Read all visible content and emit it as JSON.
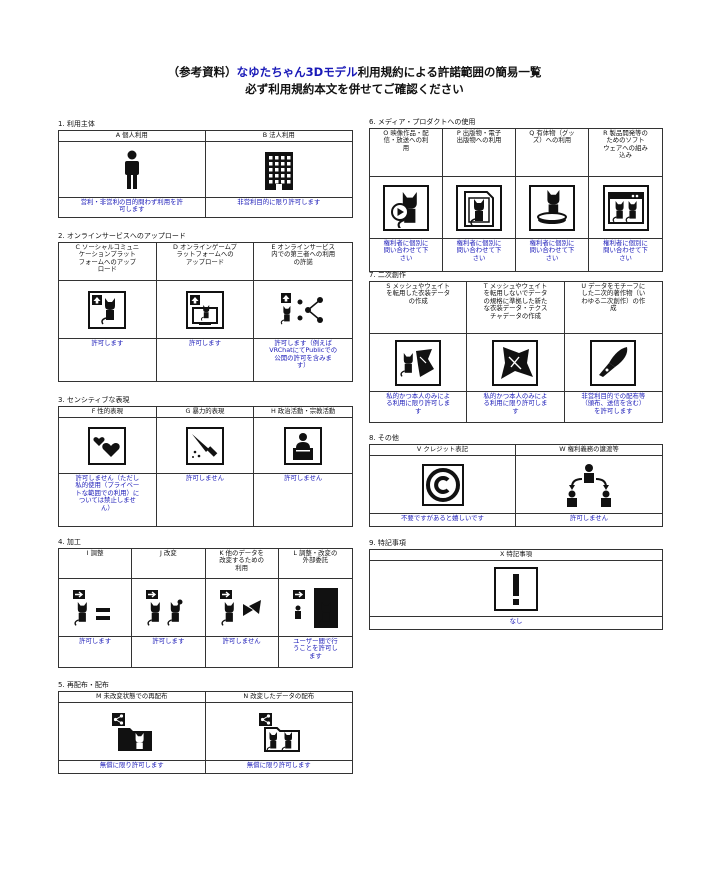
{
  "title": {
    "prefix": "（参考資料）",
    "accent": "なゆたちゃん3Dモデル",
    "rest": "利用規約による許諾範囲の簡易一覧",
    "line2": "必ず利用規約本文を併せてご確認ください"
  },
  "colors": {
    "accent": "#1a1ab8",
    "border": "#333333",
    "icon": "#111111"
  },
  "sections": {
    "s1": {
      "title": "1. 利用主体",
      "items": [
        {
          "header": "A 個人利用",
          "icon": "person-icon",
          "result": "営利・非営利の目的問わず利用を許\n可します"
        },
        {
          "header": "B 法人利用",
          "icon": "building-icon",
          "result": "非営利目的に限り許可します"
        }
      ]
    },
    "s2": {
      "title": "2. オンラインサービスへのアップロード",
      "items": [
        {
          "header": "C ソーシャルコミュニ\nケーションプラット\nフォームへのアップ\nロード",
          "icon": "upload-cat-icon",
          "result": "許可します"
        },
        {
          "header": "D オンラインゲームプ\nラットフォームへの\nアップロード",
          "icon": "upload-monitor-cat-icon",
          "result": "許可します"
        },
        {
          "header": "E オンラインサービス\n内での第三者への利用\nの許諾",
          "icon": "upload-share-icon",
          "result": "許可します（例えば\nVRChatにてPublicでの\n公開の許可を含みま\nす）"
        }
      ]
    },
    "s3": {
      "title": "3. センシティブな表現",
      "items": [
        {
          "header": "F 性的表現",
          "icon": "hearts-icon",
          "result": "許可しません（ただし\n私的使用（プライベー\nトな範囲での利用）に\nついては禁止しませ\nん）"
        },
        {
          "header": "G 暴力的表現",
          "icon": "knife-icon",
          "result": "許可しません"
        },
        {
          "header": "H 政治活動・宗教活動",
          "icon": "podium-icon",
          "result": "許可しません"
        }
      ]
    },
    "s4": {
      "title": "4. 加工",
      "items": [
        {
          "header": "I 調整",
          "icon": "arrow-equal-icon",
          "result": "許可します"
        },
        {
          "header": "J 改変",
          "icon": "arrow-variant-icon",
          "result": "許可します"
        },
        {
          "header": "K 他のデータを\n改変するための\n利用",
          "icon": "arrow-parts-icon",
          "result": "許可しません"
        },
        {
          "header": "L 調整・改変の\n外部委託",
          "icon": "outsource-icon",
          "result": "ユーザー間で行\nうことを許可し\nます"
        }
      ]
    },
    "s5": {
      "title": "5. 再配布・配布",
      "items": [
        {
          "header": "M 未改変状態での再配布",
          "icon": "share-folder-icon",
          "result": "無償に限り許可します"
        },
        {
          "header": "N 改変したデータの配布",
          "icon": "share-folder-cats-icon",
          "result": "無償に限り許可します"
        }
      ]
    },
    "s6": {
      "title": "6. メディア・プロダクトへの使用",
      "items": [
        {
          "header": "O 映像作品・配\n信・放送への利\n用",
          "icon": "video-icon",
          "result": "権利者に個別に\n問い合わせて下\nさい"
        },
        {
          "header": "P 出版物・電子\n出版物への利用",
          "icon": "book-icon",
          "result": "権利者に個別に\n問い合わせて下\nさい"
        },
        {
          "header": "Q 有体物（グッ\nズ）への利用",
          "icon": "figure-icon",
          "result": "権利者に個別に\n問い合わせて下\nさい"
        },
        {
          "header": "R 製品開発等の\nためのソフト\nウェアへの組み\n込み",
          "icon": "software-window-icon",
          "result": "権利者に個別に\n問い合わせて下\nさい"
        }
      ]
    },
    "s7": {
      "title": "7. 二次創作",
      "items": [
        {
          "header": "S メッシュやウェイト\nを転用した衣装データ\nの作成",
          "icon": "cat-cloth-icon",
          "result": "私的かつ本人のみによ\nる利用に限り許可しま\nす"
        },
        {
          "header": "T メッシュやウェイト\nを転用しないでデータ\nの規格に準拠した新た\nな衣装データ・テクス\nチャデータの作成",
          "icon": "cloth-icon",
          "result": "私的かつ本人のみによ\nる利用に限り許可しま\nす"
        },
        {
          "header": "U データをモチーフに\nした二次的著作物（い\nわゆる二次創作）の作\n成",
          "icon": "pen-nib-icon",
          "result": "非営利目的での配布等\n（頒布、送信を含む）\nを許可します"
        }
      ]
    },
    "s8": {
      "title": "8. その他",
      "items": [
        {
          "header": "V クレジット表記",
          "icon": "copyright-icon",
          "result": "不要ですがあると嬉しいです"
        },
        {
          "header": "W 権利義務の譲渡等",
          "icon": "transfer-icon",
          "result": "許可しません"
        }
      ]
    },
    "s9": {
      "title": "9. 特記事項",
      "items": [
        {
          "header": "X 特記事項",
          "icon": "exclamation-icon",
          "result": "なし"
        }
      ]
    }
  }
}
